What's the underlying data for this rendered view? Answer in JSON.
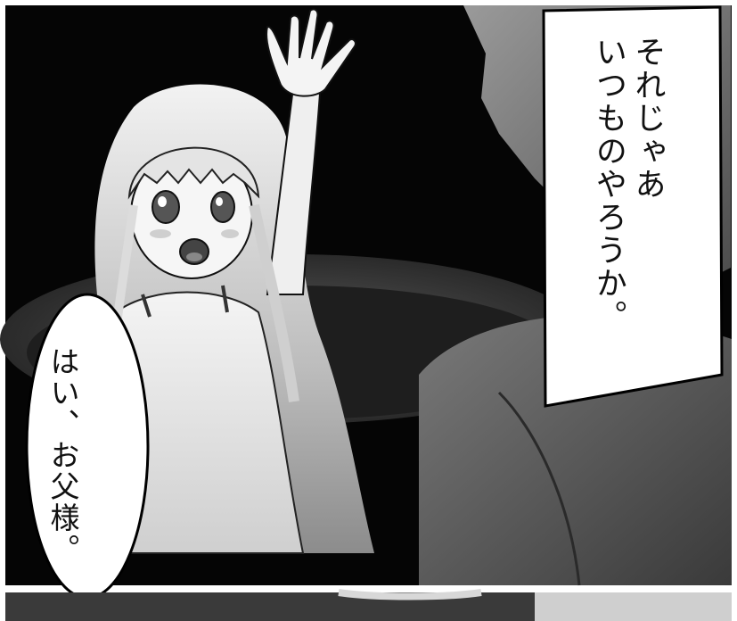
{
  "panels": {
    "main": {
      "dialogue": [
        {
          "speaker": "girl",
          "text": "はい、お父様。"
        },
        {
          "speaker": "father",
          "text_lines": [
            "それじゃあ",
            "いつものやろうか。"
          ]
        }
      ]
    }
  }
}
